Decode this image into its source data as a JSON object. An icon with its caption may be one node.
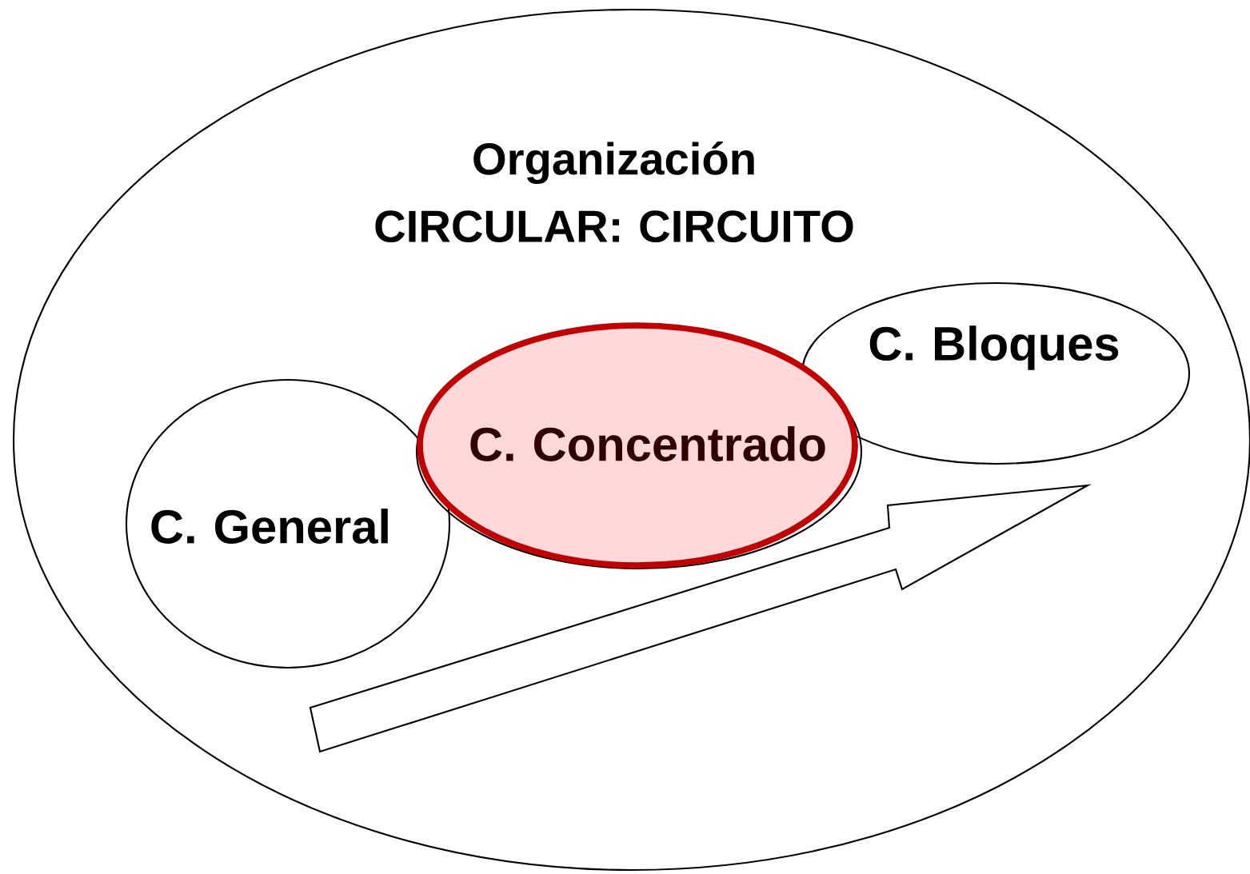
{
  "diagram": {
    "nodes": [
      {
        "text": [
          "Organización CIRCULAR: CIRCUITO"
        ]
      },
      {
        "text": [
          "C. General"
        ],
        "in": 0
      },
      {
        "text": [
          "C. Concentrado"
        ],
        "in": 0
      },
      {
        "text": [
          "C. Bloques"
        ],
        "in": 0
      }
    ]
  }
}
